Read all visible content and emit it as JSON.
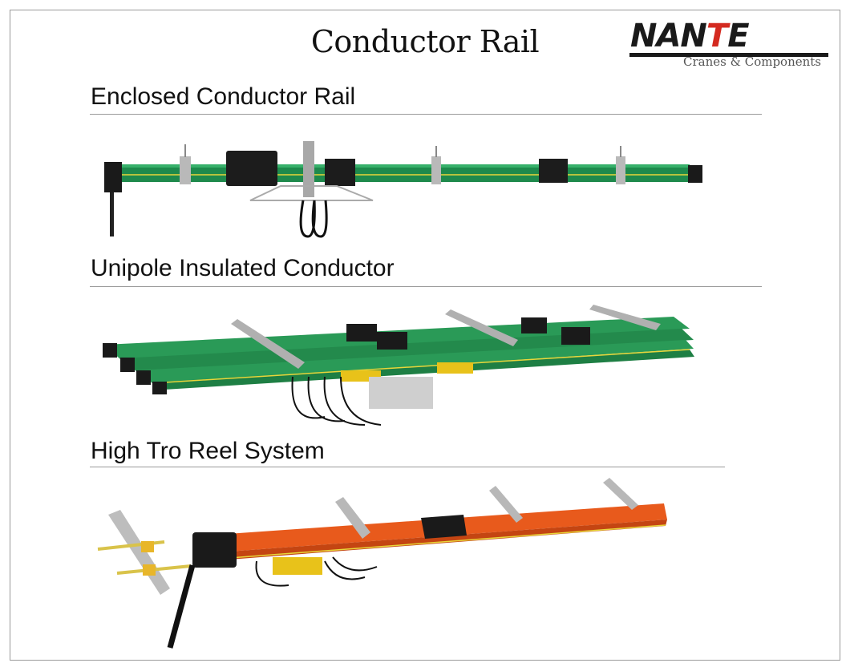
{
  "slide_title": "Conductor Rail",
  "logo": {
    "name_pre": "NAN",
    "name_accent": "T",
    "name_post": "E",
    "tagline": "Cranes & Components",
    "accent_color": "#d42a20"
  },
  "sections": [
    {
      "heading": "Enclosed Conductor Rail",
      "rail_color": "#1e8a4c"
    },
    {
      "heading": "Unipole Insulated Conductor",
      "rail_color": "#2a9a57"
    },
    {
      "heading": "High Tro Reel System",
      "rail_color": "#e85a1c"
    }
  ]
}
